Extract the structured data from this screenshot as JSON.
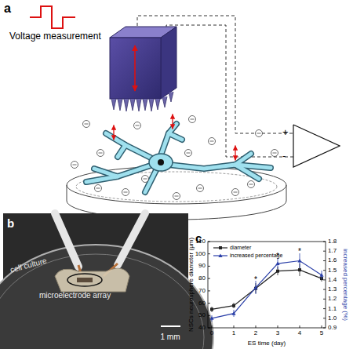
{
  "diagram": {
    "nodes": [
      {
        "text": [
          "+",
          "-"
        ]
      }
    ],
    "labels": [
      "a",
      "Voltage measurement",
      "b",
      "cell culture",
      "microelectrode array",
      "1 mm",
      "c",
      "40",
      "50",
      "60",
      "70",
      "80",
      "90",
      "100",
      "110",
      "0.9",
      "1.0",
      "1.1",
      "1.2",
      "1.3",
      "1.4",
      "1.5",
      "1.6",
      "1.7",
      "1.8",
      "0",
      "1",
      "2",
      "3",
      "4",
      "5",
      "*",
      "*",
      "*",
      "NSCs neurosphere diameter (μm)",
      "increased percentage (%)",
      "ES time (day)"
    ],
    "legend": [
      {
        "text": "diameter"
      },
      {
        "text": "increased percentage"
      }
    ]
  }
}
